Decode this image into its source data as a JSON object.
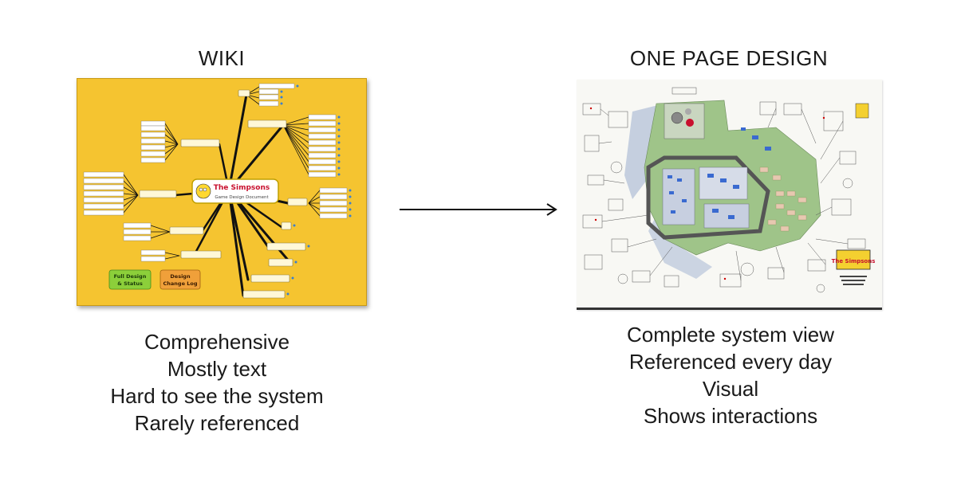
{
  "left": {
    "title": "WIKI",
    "doc_title": "The Simpsons",
    "doc_subtitle": "Game Design Document",
    "button_full_design": [
      "Full Design",
      "& Status"
    ],
    "button_change_log": [
      "Design",
      "Change Log"
    ],
    "bullets": [
      "Comprehensive",
      "Mostly text",
      "Hard to see the system",
      "Rarely referenced"
    ]
  },
  "right": {
    "title": "ONE PAGE DESIGN",
    "logo_text": "The Simpsons",
    "bullets": [
      "Complete system view",
      "Referenced every day",
      "Visual",
      "Shows interactions"
    ]
  },
  "arrow": {
    "icon": "right-arrow-icon"
  },
  "colors": {
    "wiki_bg": "#f5c430",
    "green_btn": "#8ccf3a",
    "orange_btn": "#f0a03a",
    "map_green": "#9fc489"
  }
}
